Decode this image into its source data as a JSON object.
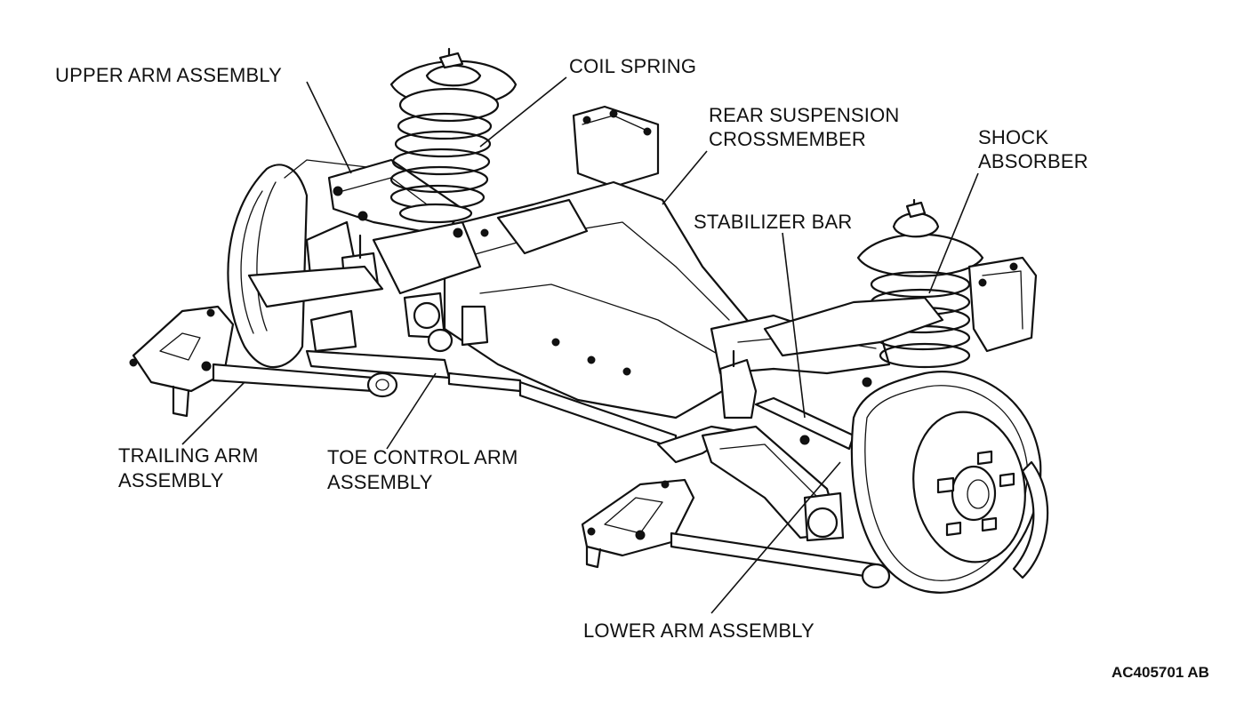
{
  "diagram": {
    "labels": {
      "upper_arm": "UPPER ARM ASSEMBLY",
      "coil_spring": "COIL SPRING",
      "crossmember_line1": "REAR SUSPENSION",
      "crossmember_line2": "CROSSMEMBER",
      "shock_line1": "SHOCK",
      "shock_line2": "ABSORBER",
      "stabilizer": "STABILIZER BAR",
      "trailing_line1": "TRAILING ARM",
      "trailing_line2": "ASSEMBLY",
      "toe_line1": "TOE CONTROL ARM",
      "toe_line2": "ASSEMBLY",
      "lower_arm": "LOWER ARM ASSEMBLY"
    },
    "figure_code": "AC405701 AB"
  }
}
